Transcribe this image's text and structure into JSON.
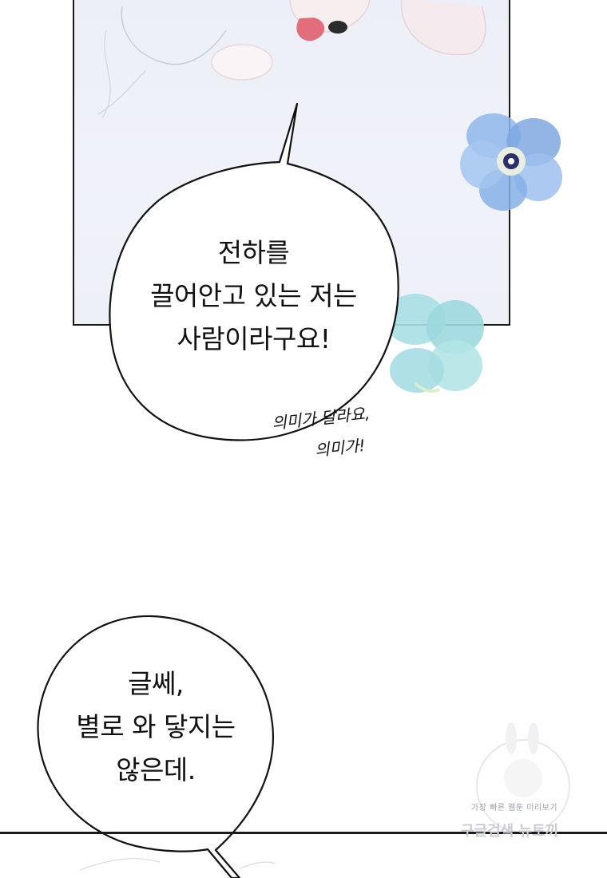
{
  "bubble_top": {
    "lines": [
      "전하를",
      "끌어안고 있는 저는",
      "사람이라구요!"
    ]
  },
  "handwritten": {
    "line1": "의미가 달라요,",
    "line2": "의미가!"
  },
  "bubble_bottom": {
    "lines": [
      "글쎄,",
      "별로 와 닿지는",
      "않은데."
    ]
  },
  "watermark": {
    "title": "가장 빠른 웹툰 미리보기",
    "brand": "구글검색 뉴토끼"
  },
  "colors": {
    "panel_bg": "#eef0f8",
    "outline": "#1a1a1a",
    "flower_blue": "#8fb5e6",
    "flower_teal": "#a6dde2"
  }
}
